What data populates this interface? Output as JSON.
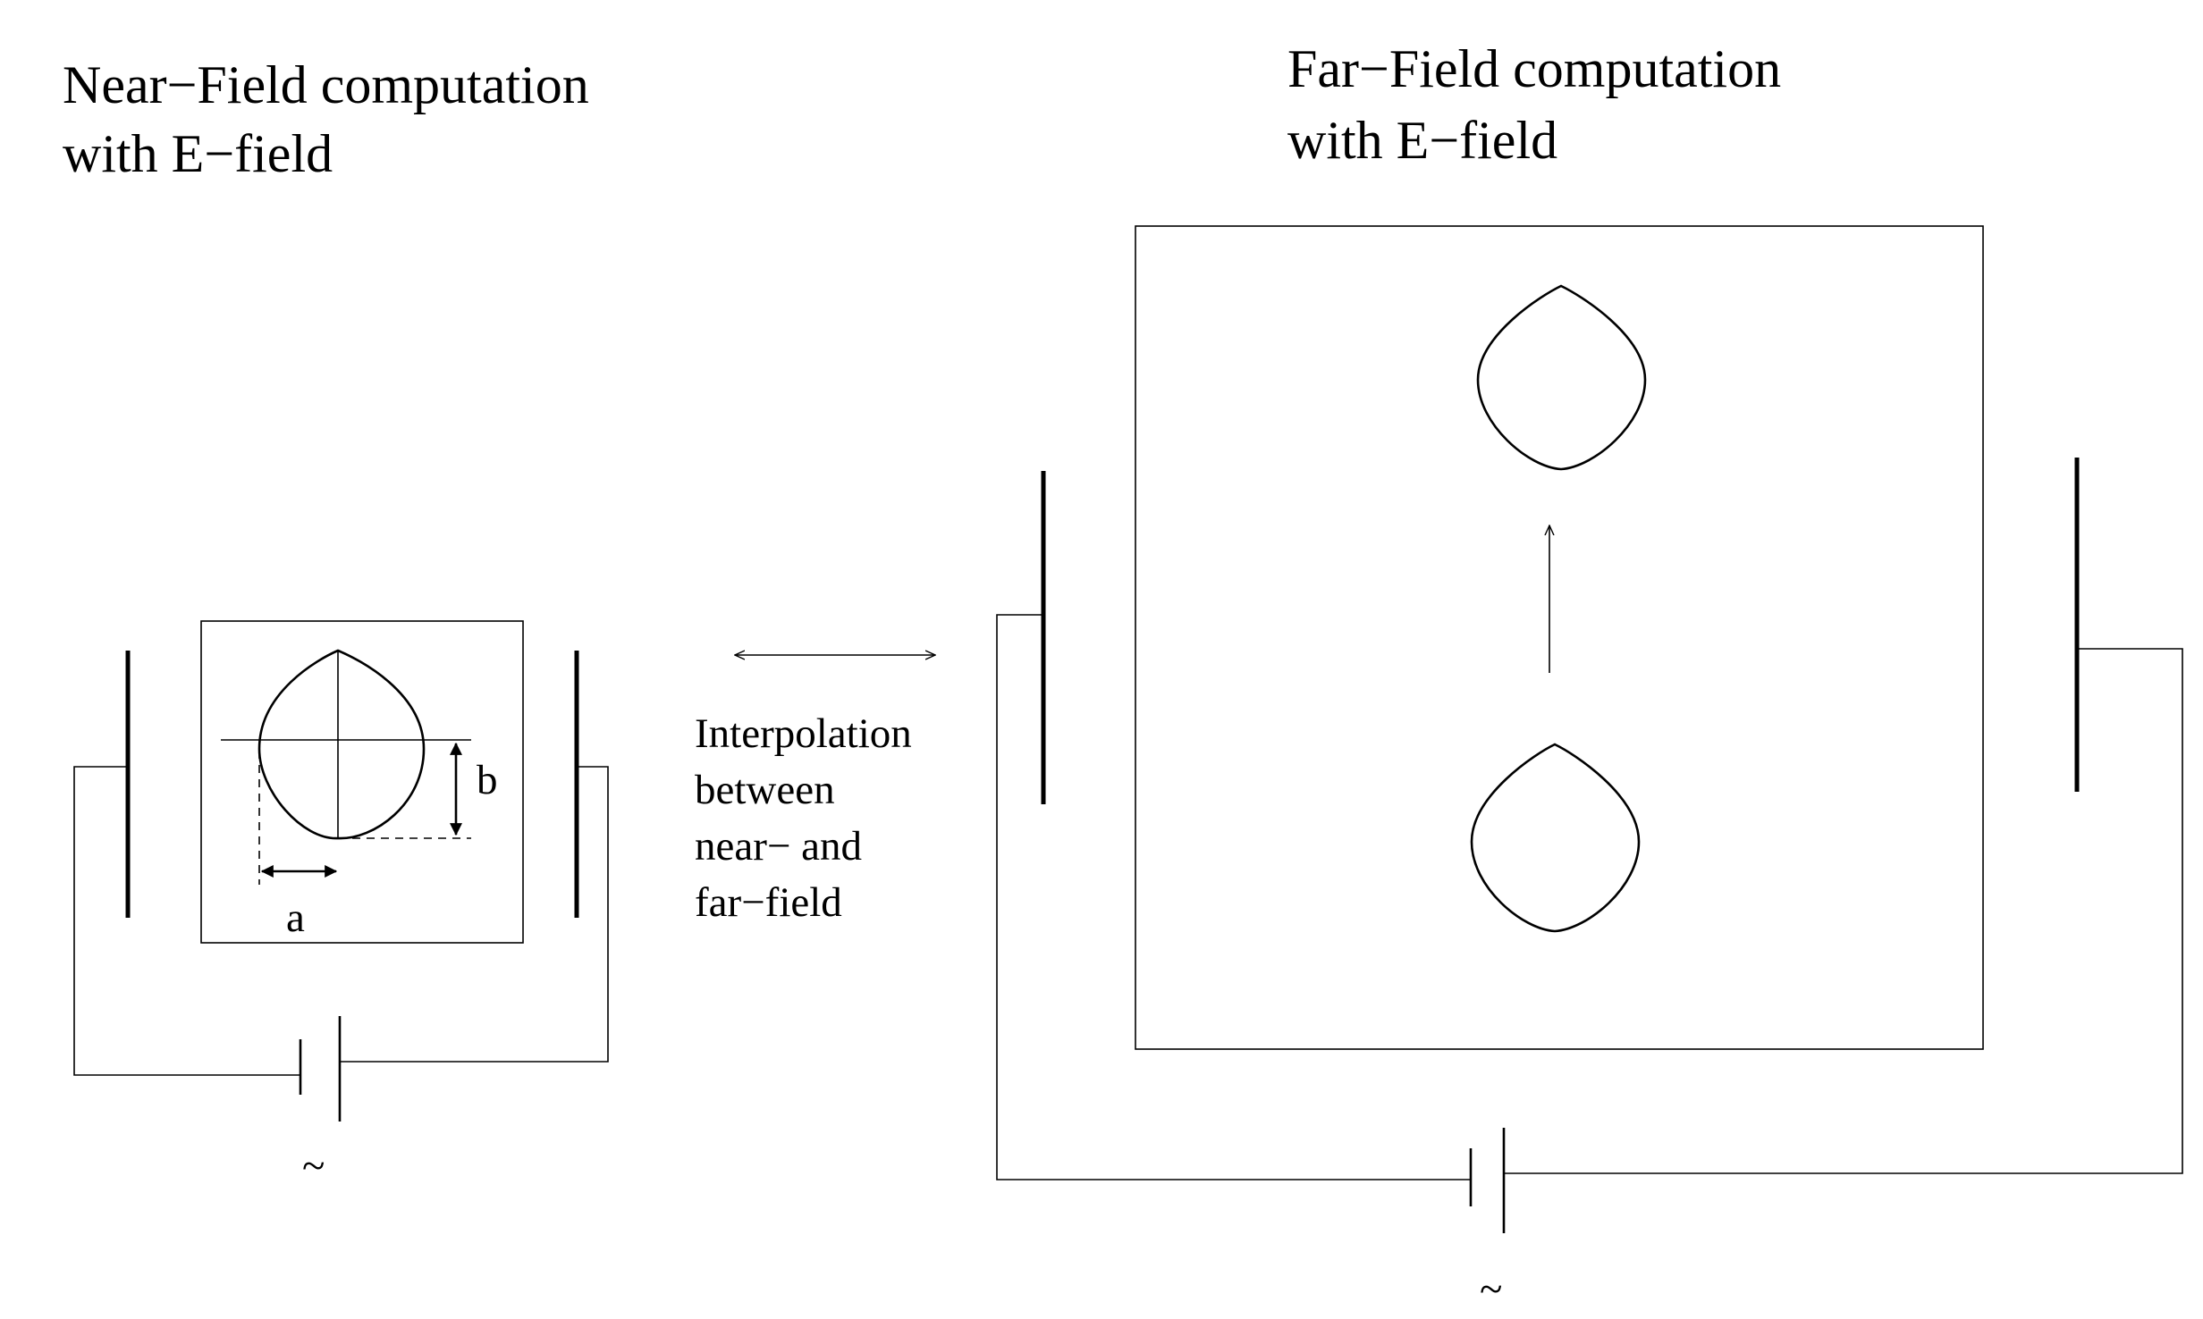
{
  "near_field": {
    "title_line1": "Near−Field computation",
    "title_line2": "with E−field",
    "label_a": "a",
    "label_b": "b",
    "source_symbol": "~"
  },
  "far_field": {
    "title_line1": "Far−Field computation",
    "title_line2": "with E−field",
    "source_symbol": "~"
  },
  "interpolation": {
    "lines": [
      "Interpolation",
      "between",
      "near− and",
      "far−field"
    ]
  }
}
